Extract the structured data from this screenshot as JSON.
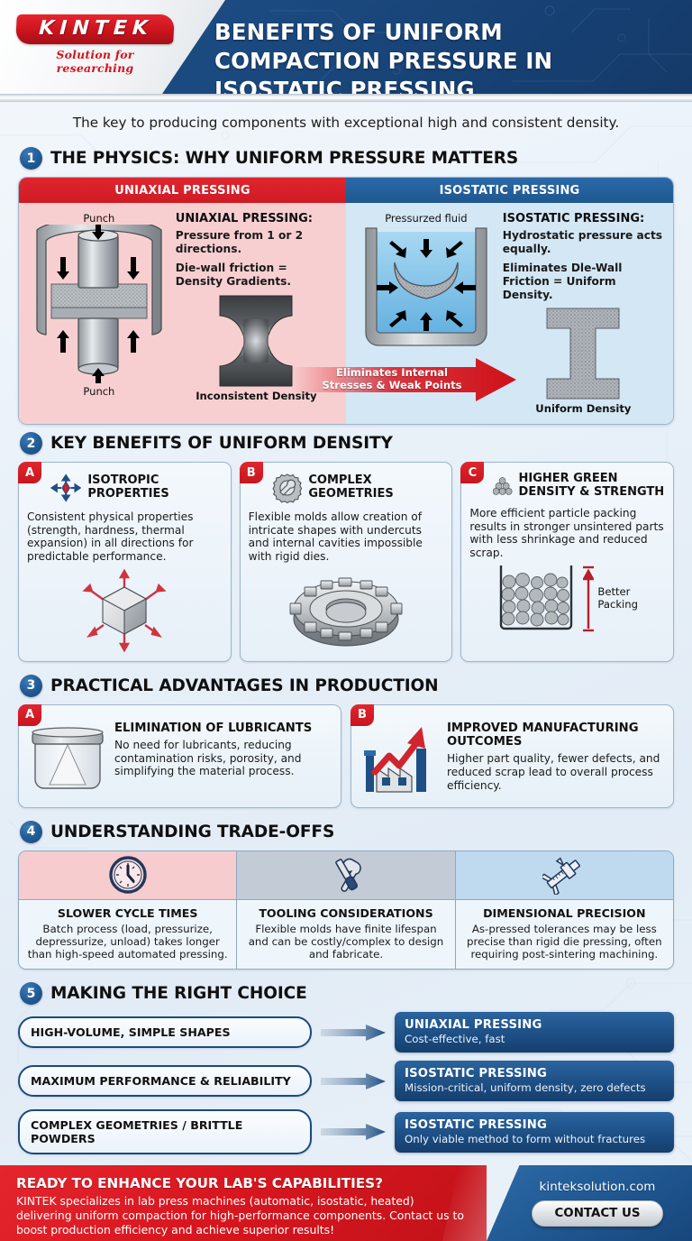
{
  "brand": {
    "logo_text": "KINTEK",
    "logo_tagline": "Solution for researching",
    "accent_red": "#d8161f",
    "accent_blue": "#1d4f85"
  },
  "header": {
    "title": "BENEFITS OF UNIFORM COMPACTION PRESSURE IN ISOSTATIC PRESSING"
  },
  "subtitle": "The key to producing components with exceptional high and consistent density.",
  "sections": [
    {
      "number": "1",
      "title": "THE PHYSICS: WHY UNIFORM PRESSURE MATTERS",
      "left_header": "UNIAXIAL PRESSING",
      "right_header": "ISOSTATIC PRESSING",
      "left": {
        "punch_top_label": "Punch",
        "punch_bottom_label": "Punch",
        "title": "UNIAXIAL PRESSING:",
        "line1": "Pressure from 1 or 2 directions.",
        "line2": "Die-wall friction = Density Gradients.",
        "figure_caption": "Inconsistent Density"
      },
      "right": {
        "fluid_label": "Pressurzed fluid",
        "title": "ISOSTATIC PRESSING:",
        "line1": "Hydrostatic pressure acts equally.",
        "line2": "Eliminates Dle-Wall Friction = Uniform Density.",
        "figure_caption": "Uniform Density"
      },
      "arrow_label_1": "Eliminates Internal",
      "arrow_label_2": "Stresses & Weak Points"
    },
    {
      "number": "2",
      "title": "KEY BENEFITS OF UNIFORM DENSITY",
      "cards": [
        {
          "tag": "A",
          "icon": "isotropic-arrows-icon",
          "title": "ISOTROPIC PROPERTIES",
          "body": "Consistent physical properties (strength, hardness, thermal expansion) in all directions for predictable performance."
        },
        {
          "tag": "B",
          "icon": "gear-wrench-icon",
          "title": "COMPLEX GEOMETRIES",
          "body": "Flexible molds allow creation of intricate shapes with undercuts and internal cavities impossible with rigid dies."
        },
        {
          "tag": "C",
          "icon": "particle-stack-icon",
          "title": "HIGHER GREEN DENSITY & STRENGTH",
          "body": "More efficient particle packing results in stronger unsintered parts with less shrinkage and reduced scrap.",
          "figure_label_1": "Better",
          "figure_label_2": "Packing"
        }
      ]
    },
    {
      "number": "3",
      "title": "PRACTICAL ADVANTAGES IN PRODUCTION",
      "cards": [
        {
          "tag": "A",
          "icon": "powder-container-icon",
          "title": "ELIMINATION OF LUBRICANTS",
          "body": "No need for lubricants, reducing contamination risks, porosity, and simplifying the material process."
        },
        {
          "tag": "B",
          "icon": "factory-growth-icon",
          "title": "IMPROVED MANUFACTURING OUTCOMES",
          "body": "Higher part quality, fewer defects, and reduced scrap lead to overall process efficiency."
        }
      ]
    },
    {
      "number": "4",
      "title": "UNDERSTANDING TRADE-OFFS",
      "columns": [
        {
          "icon": "clock-icon",
          "title": "SLOWER CYCLE TIMES",
          "body": "Batch process (load, pressurize, depressurize, unload) takes longer than high-speed automated pressing."
        },
        {
          "icon": "tools-icon",
          "title": "TOOLING CONSIDERATIONS",
          "body": "Flexible molds have finite lifespan and can be costly/complex to design and fabricate."
        },
        {
          "icon": "caliper-icon",
          "title": "DIMENSIONAL PRECISION",
          "body": "As-pressed tolerances may be less precise than rigid die pressing, often requiring post-sintering machining."
        }
      ]
    },
    {
      "number": "5",
      "title": "MAKING THE RIGHT CHOICE",
      "rows": [
        {
          "condition": "HIGH-VOLUME, SIMPLE SHAPES",
          "result_title": "UNIAXIAL PRESSING",
          "result_sub": "Cost-effective, fast"
        },
        {
          "condition": "MAXIMUM PERFORMANCE & RELIABILITY",
          "result_title": "ISOSTATIC PRESSING",
          "result_sub": "Mission-critical, uniform density, zero defects"
        },
        {
          "condition": "COMPLEX GEOMETRIES / BRITTLE POWDERS",
          "result_title": "ISOSTATIC PRESSING",
          "result_sub": "Only viable method to form without fractures"
        }
      ]
    }
  ],
  "footer": {
    "title": "READY TO ENHANCE YOUR LAB'S CAPABILITIES?",
    "body": "KINTEK specializes in lab press machines (automatic, isostatic, heated) delivering uniform compaction for high-performance components. Contact us to boost production efficiency and achieve superior results!",
    "url": "kinteksolution.com",
    "cta": "CONTACT US"
  }
}
